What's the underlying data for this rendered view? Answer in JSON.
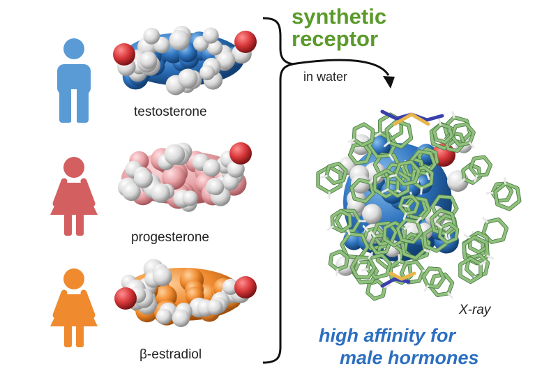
{
  "molecules": [
    {
      "label": "testosterone",
      "person": "male",
      "person_color": "#5b9bd5",
      "carbon_color": "#2f74bf"
    },
    {
      "label": "progesterone",
      "person": "female",
      "person_color": "#d35f61",
      "carbon_color": "#e8a3a7"
    },
    {
      "label": "β-estradiol",
      "person": "female",
      "person_color": "#ef8a2e",
      "carbon_color": "#ef8a2e"
    }
  ],
  "receptor": {
    "title_line1": "synthetic",
    "title_line2": "receptor",
    "title_color": "#5a9a2a",
    "condition": "in water",
    "method": "X-ray",
    "framework_color": "#8fc17d"
  },
  "conclusion": {
    "line1": "high affinity for",
    "line2": "male hormones",
    "color": "#2d6fc0"
  },
  "colors": {
    "oxygen": "#d8373a",
    "hydrogen": "#d9d9d9",
    "nitrogen": "#3a3fae",
    "linker": "#e8b64a"
  }
}
